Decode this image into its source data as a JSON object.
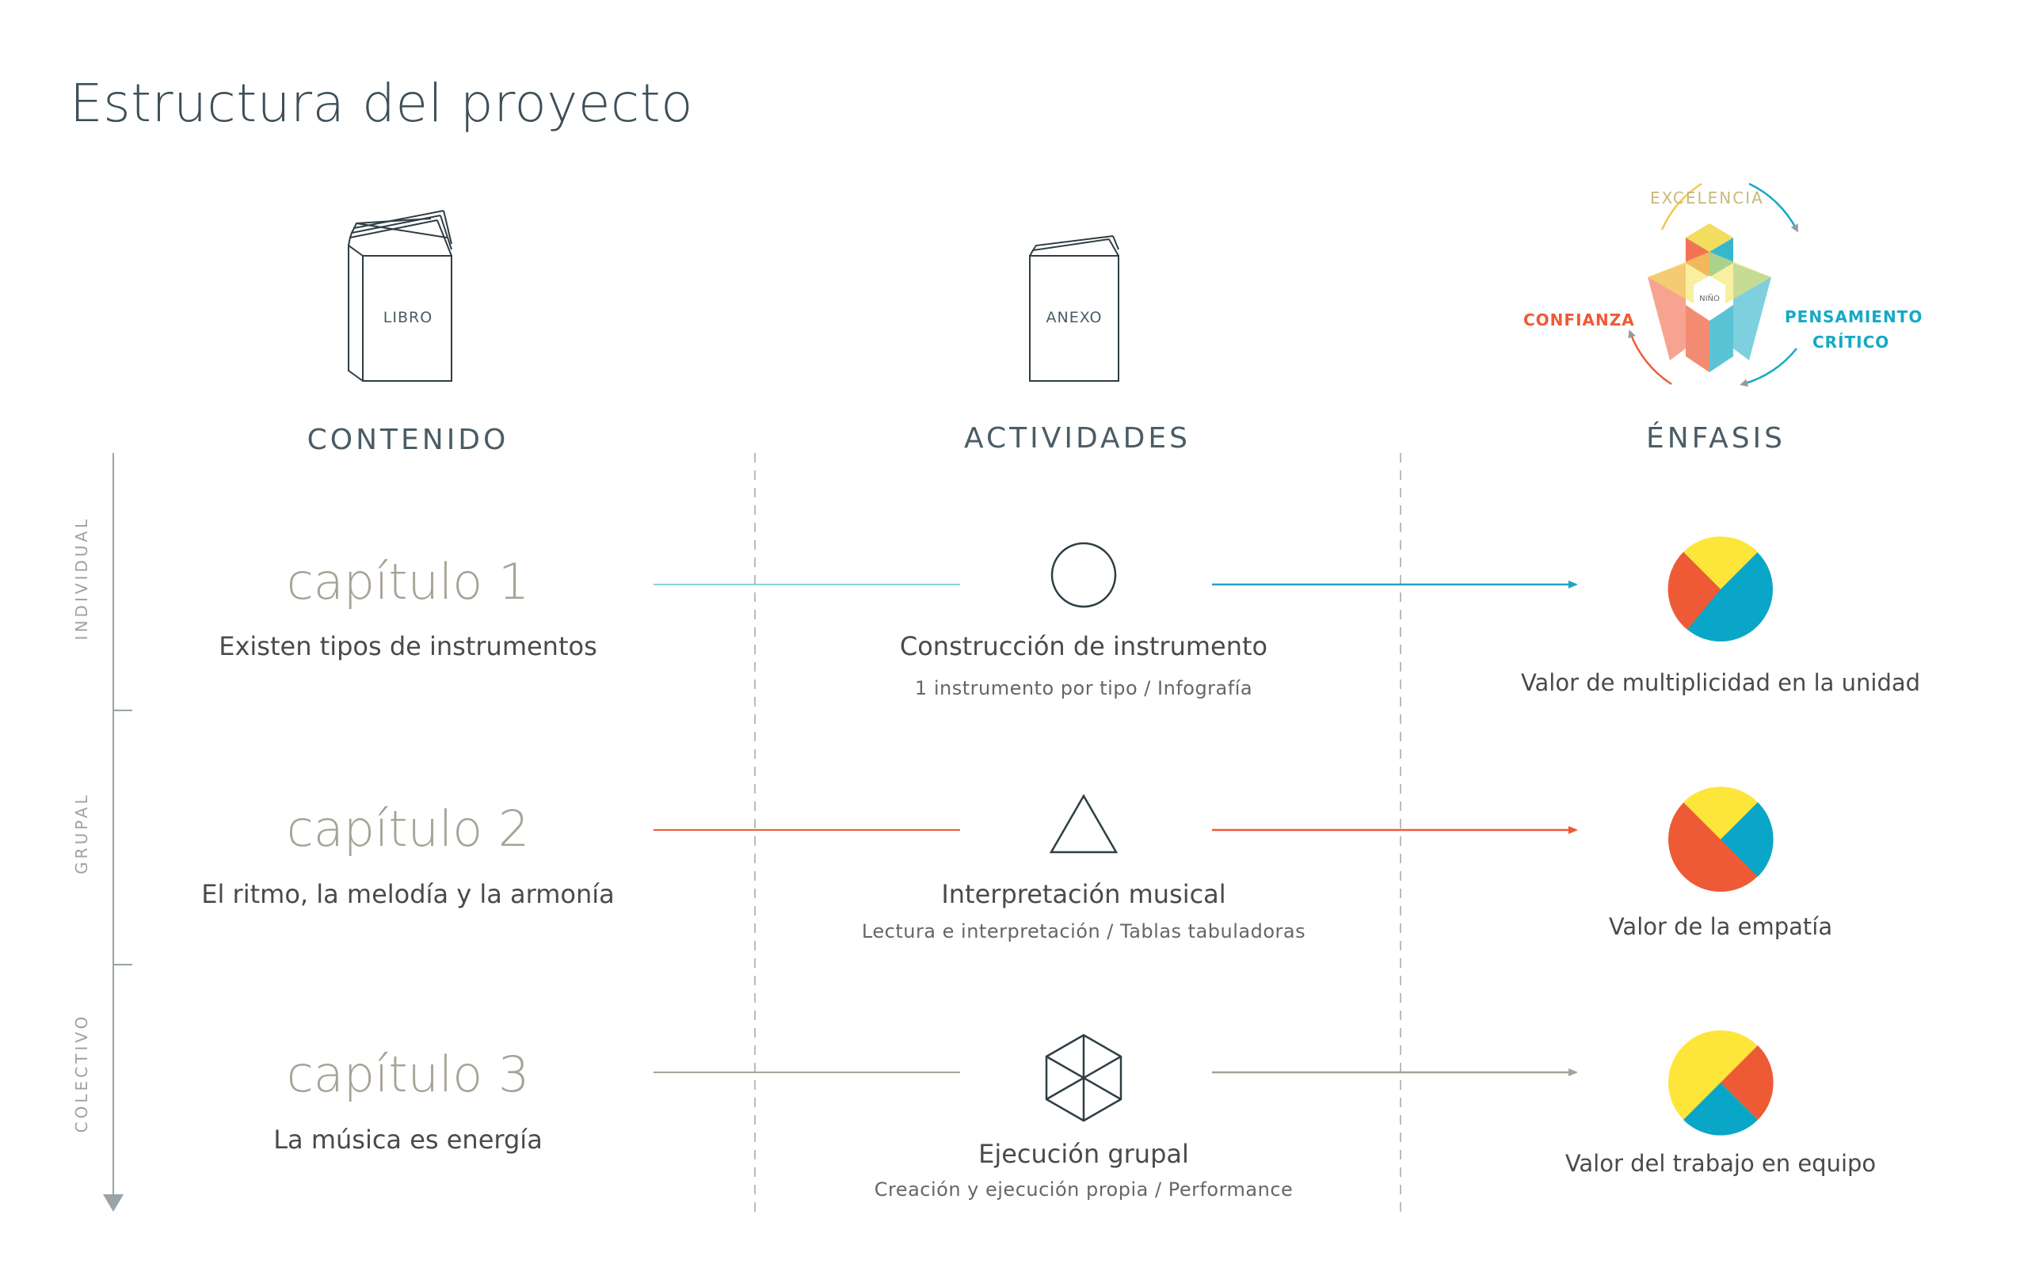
{
  "title": "Estructura del proyecto",
  "books": {
    "libro": "LIBRO",
    "anexo": "ANEXO"
  },
  "emphasis_diagram": {
    "top": "EXCELENCIA",
    "left": "CONFIANZA",
    "right_line1": "PENSAMIENTO",
    "right_line2": "CRÍTICO",
    "center": "NIÑO",
    "colors": {
      "yellow": "#f2c94c",
      "orange": "#ee5a36",
      "blue": "#15a9c5"
    }
  },
  "columns": {
    "contenido": "CONTENIDO",
    "actividades": "ACTIVIDADES",
    "enfasis": "ÉNFASIS"
  },
  "levels": [
    "INDIVIDUAL",
    "GRUPAL",
    "COLECTIVO"
  ],
  "rows": [
    {
      "chapter": "capítulo 1",
      "subtitle": "Existen tipos de instrumentos",
      "activity": "Construcción de instrumento",
      "activity_detail": "1 instrumento por tipo / Infografía",
      "value": "Valor de multiplicidad en la unidad",
      "shape": "circle-icon",
      "line_color": "#1fa5c4"
    },
    {
      "chapter": "capítulo 2",
      "subtitle": "El ritmo, la melodía y la armonía",
      "activity": "Interpretación musical",
      "activity_detail": "Lectura e interpretación / Tablas tabuladoras",
      "value": "Valor de la empatía",
      "shape": "triangle-icon",
      "line_color": "#ee5a36"
    },
    {
      "chapter": "capítulo 3",
      "subtitle": "La música es energía",
      "activity": "Ejecución grupal",
      "activity_detail": "Creación y ejecución propia / Performance",
      "value": "Valor del trabajo en equipo",
      "shape": "hexagon-icon",
      "line_color": "#a6a296"
    }
  ],
  "pie_colors": {
    "yellow": "#fde53a",
    "orange": "#ee5a36",
    "blue": "#0aa6c8"
  }
}
